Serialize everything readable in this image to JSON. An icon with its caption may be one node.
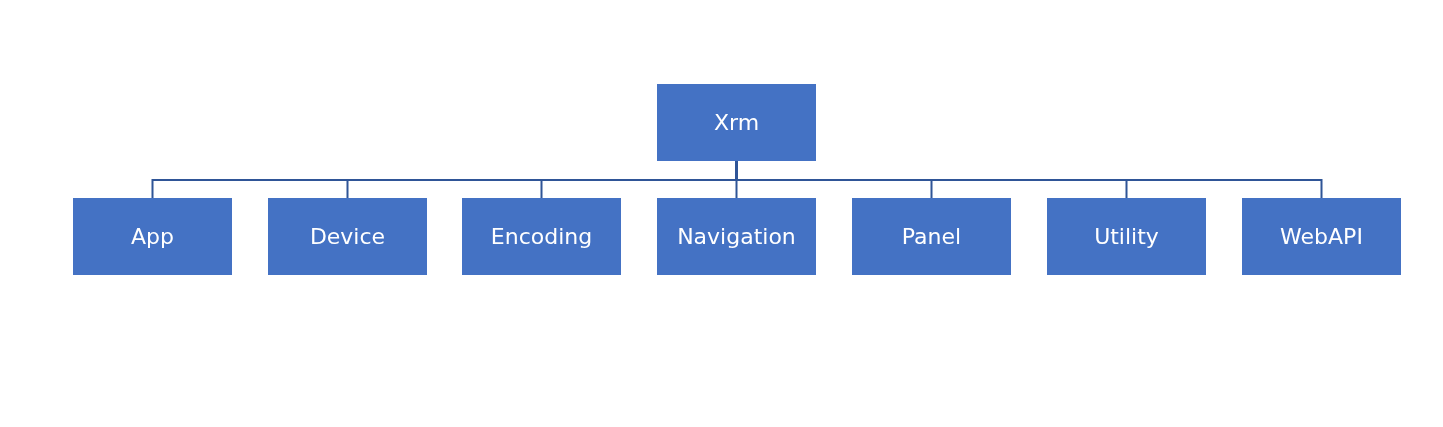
{
  "diagram": {
    "nodes": [
      {
        "text": [
          "Xrm"
        ]
      },
      {
        "text": [
          "App"
        ]
      },
      {
        "text": [
          "Device"
        ]
      },
      {
        "text": [
          "Encoding"
        ]
      },
      {
        "text": [
          "Navigation"
        ]
      },
      {
        "text": [
          "Panel"
        ]
      },
      {
        "text": [
          "Utility"
        ]
      },
      {
        "text": [
          "WebAPI"
        ]
      }
    ],
    "edges": [
      {
        "from": 0,
        "to": 1,
        "arrow": "none"
      },
      {
        "from": 0,
        "to": 2,
        "arrow": "none"
      },
      {
        "from": 0,
        "to": 3,
        "arrow": "none"
      },
      {
        "from": 0,
        "to": 4,
        "arrow": "none"
      },
      {
        "from": 0,
        "to": 5,
        "arrow": "none"
      },
      {
        "from": 0,
        "to": 6,
        "arrow": "none"
      },
      {
        "from": 0,
        "to": 7,
        "arrow": "none"
      }
    ]
  }
}
